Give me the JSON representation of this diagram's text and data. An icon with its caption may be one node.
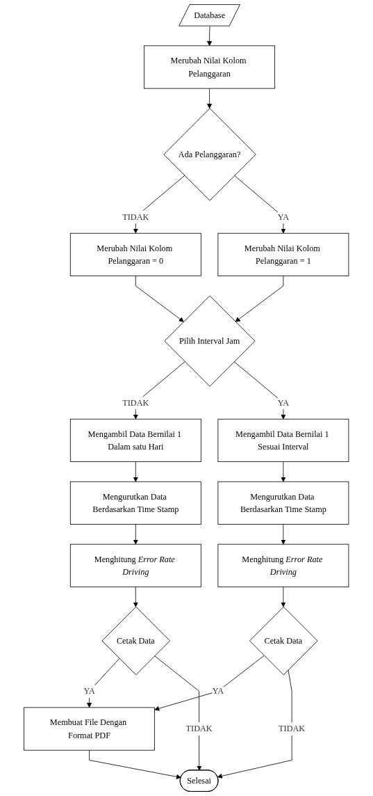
{
  "diagram": {
    "nodes": [
      {
        "text": [
          "Database"
        ]
      },
      {
        "text": [
          "Merubah Nilai Kolom Pelanggaran"
        ]
      },
      {
        "text": [
          "Ada Pelanggaran?"
        ]
      },
      {
        "text": [
          "Merubah Nilai Kolom Pelanggaran = 0"
        ]
      },
      {
        "text": [
          "Merubah Nilai Kolom Pelanggaran = 1"
        ]
      },
      {
        "text": [
          "Pilih Interval Jam"
        ]
      },
      {
        "text": [
          "Mengambil Data Bernilai 1 Dalam satu Hari"
        ]
      },
      {
        "text": [
          "Mengambil Data Bernilai 1 Sesuai Interval"
        ]
      },
      {
        "text": [
          "Mengurutkan Data Berdasarkan Time Stamp"
        ]
      },
      {
        "text": [
          "Mengurutkan Data Berdasarkan Time Stamp"
        ]
      },
      {
        "text": [
          "Menghitung *Error Rate Driving*"
        ]
      },
      {
        "text": [
          "Menghitung *Error Rate Driving*"
        ]
      },
      {
        "text": [
          "Cetak Data"
        ]
      },
      {
        "text": [
          "Cetak Data"
        ]
      },
      {
        "text": [
          "Membuat File Dengan Format PDF"
        ]
      },
      {
        "text": [
          "Selesai"
        ]
      }
    ],
    "edges": [
      {
        "from": 0,
        "to": 1,
        "arrow": "to"
      },
      {
        "from": 1,
        "to": 2,
        "arrow": "to"
      },
      {
        "from": 2,
        "to": 3,
        "arrow": "to",
        "label": "TIDAK"
      },
      {
        "from": 2,
        "to": 4,
        "arrow": "to",
        "label": "YA"
      },
      {
        "from": 4,
        "to": 5,
        "arrow": "to"
      },
      {
        "from": 3,
        "to": 5,
        "arrow": "to"
      },
      {
        "from": 5,
        "to": 6,
        "arrow": "to",
        "label": "TIDAK"
      },
      {
        "from": 5,
        "to": 7,
        "arrow": "to",
        "label": "YA"
      },
      {
        "from": 6,
        "to": 8,
        "arrow": "to"
      },
      {
        "from": 7,
        "to": 9,
        "arrow": "to"
      },
      {
        "from": 8,
        "to": 10,
        "arrow": "to"
      },
      {
        "from": 9,
        "to": 11,
        "arrow": "to"
      },
      {
        "from": 10,
        "to": 12,
        "arrow": "to"
      },
      {
        "from": 11,
        "to": 13,
        "arrow": "to"
      },
      {
        "from": 13,
        "to": 14,
        "arrow": "to",
        "label": "YA"
      },
      {
        "from": 12,
        "to": 14,
        "arrow": "to",
        "label": "YA"
      },
      {
        "from": 12,
        "to": 15,
        "arrow": "to",
        "label": "TIDAK"
      },
      {
        "from": 13,
        "to": 15,
        "arrow": "to",
        "label": "TIDAK"
      },
      {
        "from": 14,
        "to": 15,
        "arrow": "to"
      }
    ]
  }
}
